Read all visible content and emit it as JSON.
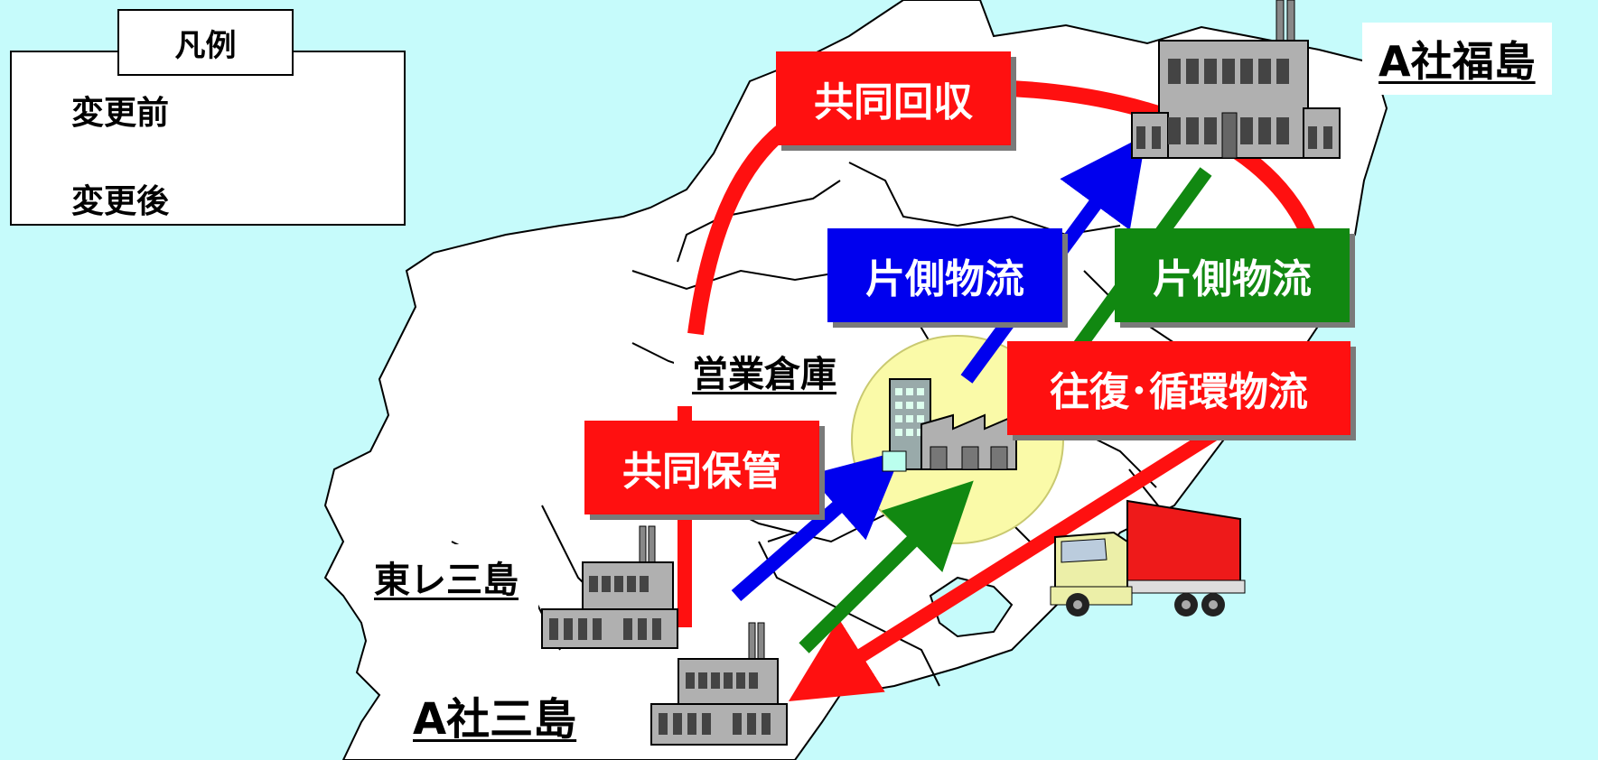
{
  "legend": {
    "title": "凡例",
    "before_label": "変更前",
    "after_label": "変更後",
    "arrow_colors": [
      "#3333cc",
      "#118811",
      "#ff1010"
    ]
  },
  "places": {
    "fukushima": "A社福島",
    "warehouse": "営業倉庫",
    "toray_mishima": "東レ三島",
    "a_mishima": "A社三島"
  },
  "labels": {
    "joint_collection": "共同回収",
    "one_way_blue": "片側物流",
    "one_way_green": "片側物流",
    "round_trip": "往復･循環物流",
    "joint_storage": "共同保管"
  },
  "colors": {
    "background": "#c6fbfb",
    "red": "#ff1010",
    "blue": "#0000ee",
    "green": "#118811",
    "area_highlight": "#fafaa8"
  },
  "icons": [
    "factory-icon",
    "warehouse-icon",
    "truck-icon"
  ]
}
